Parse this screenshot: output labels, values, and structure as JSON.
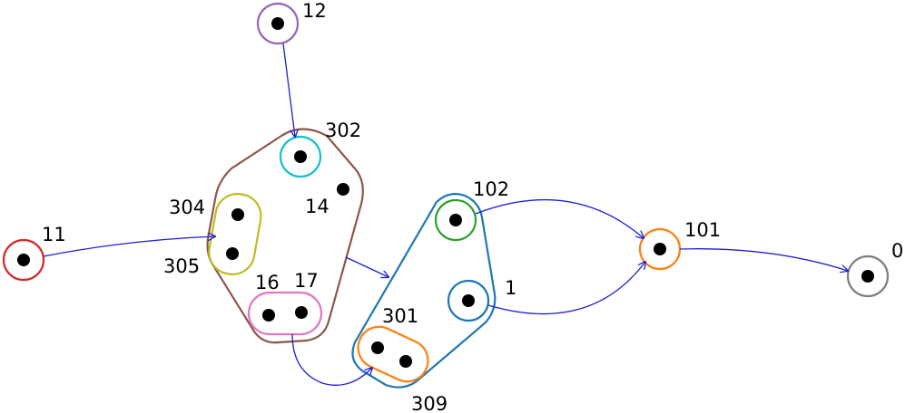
{
  "diagram": {
    "nodes": [
      {
        "id": "n12",
        "label": "12",
        "color": "#9467bd"
      },
      {
        "id": "n302",
        "label": "302",
        "color": "#17becf"
      },
      {
        "id": "n14",
        "label": "14"
      },
      {
        "id": "n304",
        "label": "304"
      },
      {
        "id": "n305",
        "label": "305"
      },
      {
        "id": "n11",
        "label": "11",
        "color": "#d62728"
      },
      {
        "id": "n16",
        "label": "16"
      },
      {
        "id": "n17",
        "label": "17"
      },
      {
        "id": "n102",
        "label": "102",
        "color": "#2ca02c"
      },
      {
        "id": "n1",
        "label": "1",
        "color": "#1f77b4"
      },
      {
        "id": "n301",
        "label": "301",
        "color": "#ff7f0e"
      },
      {
        "id": "n309",
        "label": "309",
        "color": "#1f77b4"
      },
      {
        "id": "n101",
        "label": "101",
        "color": "#ff7f0e"
      },
      {
        "id": "n0",
        "label": "0",
        "color": "#7f7f7f"
      }
    ],
    "groups": [
      {
        "id": "g_big",
        "color": "#8c564b",
        "members": [
          "n302",
          "n14",
          "n304",
          "n305",
          "n16",
          "n17"
        ]
      },
      {
        "id": "g_304_305",
        "color": "#bcbd22",
        "members": [
          "n304",
          "n305"
        ]
      },
      {
        "id": "g_16_17",
        "color": "#e377c2",
        "members": [
          "n16",
          "n17"
        ]
      },
      {
        "id": "g_309",
        "color": "#1f77b4",
        "members": [
          "n102",
          "n1",
          "n301"
        ]
      },
      {
        "id": "g_301",
        "color": "#ff7f0e",
        "members": [
          "n301"
        ]
      }
    ],
    "edges": [
      {
        "from": "n12",
        "to": "n302"
      },
      {
        "from": "n11",
        "to": "n304"
      },
      {
        "from": "g_big",
        "to": "g_309"
      },
      {
        "from": "n16",
        "to": "n301"
      },
      {
        "from": "n102",
        "to": "n101"
      },
      {
        "from": "n1",
        "to": "n101"
      },
      {
        "from": "n101",
        "to": "n0"
      }
    ],
    "edge_color": "#1f1fcf"
  }
}
